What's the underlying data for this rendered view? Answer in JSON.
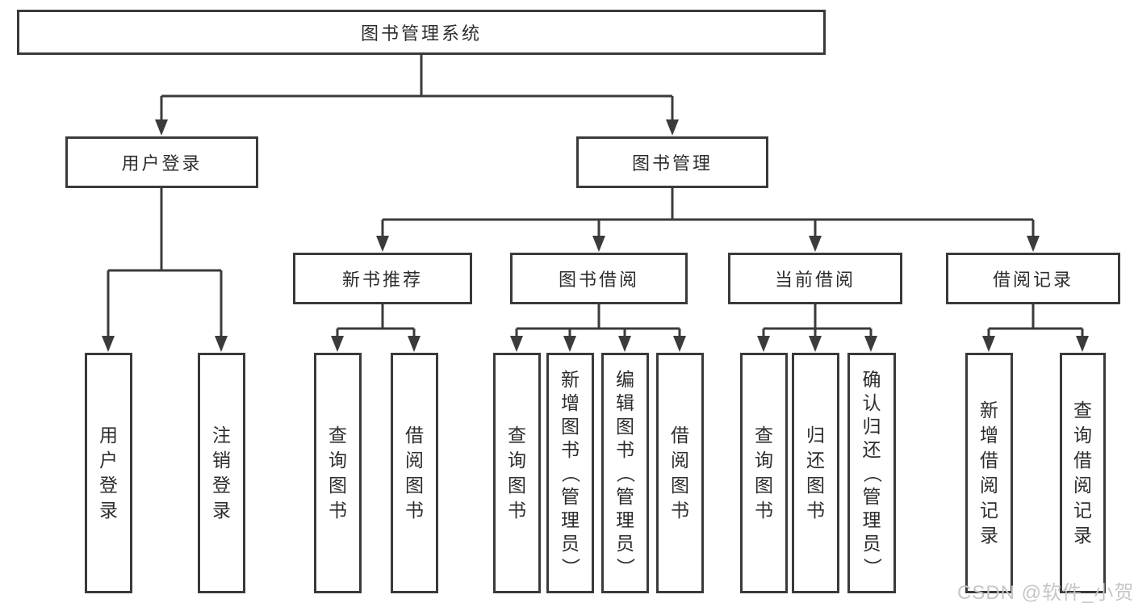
{
  "tree": {
    "root": {
      "label": "图书管理系统",
      "children": [
        {
          "label": "用户登录",
          "children": [
            {
              "label": "用户登录"
            },
            {
              "label": "注销登录"
            }
          ]
        },
        {
          "label": "图书管理",
          "children": [
            {
              "label": "新书推荐",
              "children": [
                {
                  "label": "查询图书"
                },
                {
                  "label": "借阅图书"
                }
              ]
            },
            {
              "label": "图书借阅",
              "children": [
                {
                  "label": "查询图书"
                },
                {
                  "label": "新增图书（管理员）"
                },
                {
                  "label": "编辑图书（管理员）"
                },
                {
                  "label": "借阅图书"
                }
              ]
            },
            {
              "label": "当前借阅",
              "children": [
                {
                  "label": "查询图书"
                },
                {
                  "label": "归还图书"
                },
                {
                  "label": "确认归还（管理员）"
                }
              ]
            },
            {
              "label": "借阅记录",
              "children": [
                {
                  "label": "新增借阅记录"
                },
                {
                  "label": "查询借阅记录"
                }
              ]
            }
          ]
        }
      ]
    }
  },
  "watermark": {
    "text": "CSDN @软件_小贺同学"
  },
  "colors": {
    "line": "#3b3b3b",
    "box_border": "#3a3a3a",
    "box_background": "#ffffff",
    "text": "#2d2d2d",
    "watermark": "#c6c6c6",
    "page_background": "#ffffff"
  }
}
